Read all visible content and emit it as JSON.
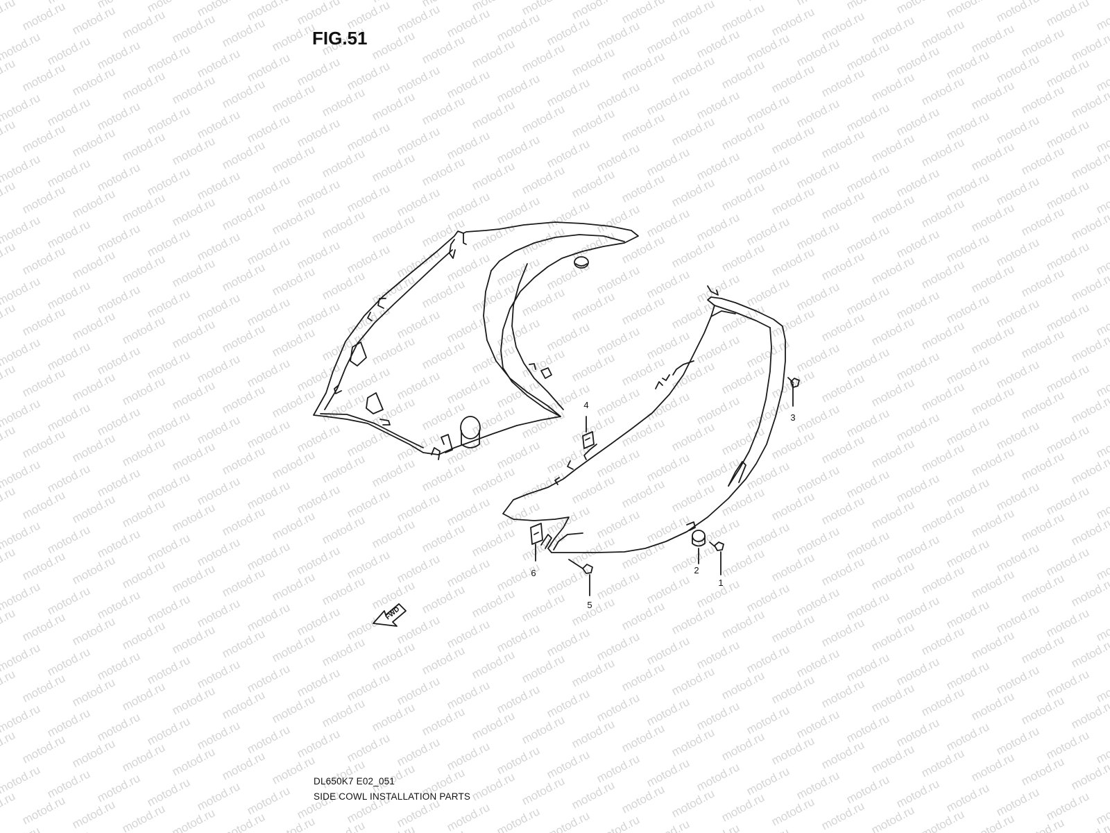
{
  "figure": {
    "title": "FIG.51",
    "diagram_code": "DL650K7 E02_051",
    "caption": "SIDE COWL INSTALLATION PARTS"
  },
  "callouts": [
    "1",
    "2",
    "3",
    "4",
    "5",
    "6"
  ],
  "direction_label": "FWD",
  "watermark": {
    "text": "motod.ru",
    "color": "#d4d4d4"
  },
  "colors": {
    "line": "#1a1a1a",
    "background": "#ffffff"
  }
}
